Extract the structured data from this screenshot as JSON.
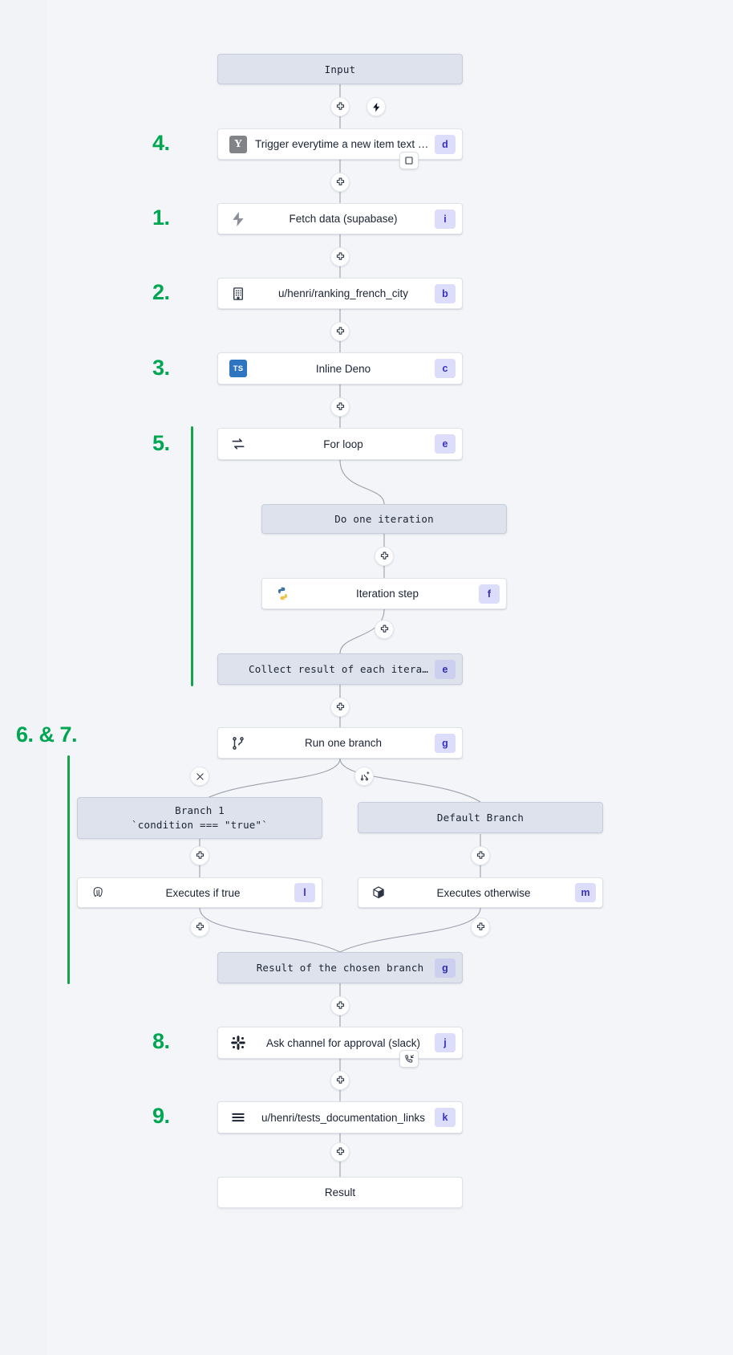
{
  "theme": {
    "background": "#f4f5f9",
    "green_accent": "#00a651",
    "badge_bg": "#dcdcfb",
    "badge_text": "#3730c4",
    "grey_node_bg": "#dde2ec",
    "white_node_bg": "#ffffff"
  },
  "flow": {
    "input_node": {
      "label": "Input"
    },
    "result_node": {
      "label": "Result"
    },
    "nodes": [
      {
        "id": "trigger",
        "label": "Trigger everytime a new item text o…",
        "badge": "d",
        "icon": "hackernews-icon",
        "step": "4."
      },
      {
        "id": "fetch",
        "label": "Fetch data (supabase)",
        "badge": "i",
        "icon": "supabase-icon",
        "step": "1."
      },
      {
        "id": "ranking",
        "label": "u/henri/ranking_french_city",
        "badge": "b",
        "icon": "building-icon",
        "step": "2."
      },
      {
        "id": "deno",
        "label": "Inline Deno",
        "badge": "c",
        "icon": "typescript-icon",
        "step": "3."
      },
      {
        "id": "forloop",
        "label": "For loop",
        "badge": "e",
        "icon": "loop-icon",
        "step": "5."
      },
      {
        "id": "iteration",
        "label": "Iteration step",
        "badge": "f",
        "icon": "python-icon",
        "step": ""
      },
      {
        "id": "branch",
        "label": "Run one branch",
        "badge": "g",
        "icon": "branch-icon",
        "step": "6. & 7."
      },
      {
        "id": "if_true",
        "label": "Executes if true",
        "badge": "l",
        "icon": "postgres-icon",
        "step": ""
      },
      {
        "id": "otherwise",
        "label": "Executes otherwise",
        "badge": "m",
        "icon": "docker-icon",
        "step": ""
      },
      {
        "id": "slack",
        "label": "Ask channel for approval (slack)",
        "badge": "j",
        "icon": "slack-icon",
        "step": "8."
      },
      {
        "id": "tests_doc",
        "label": "u/henri/tests_documentation_links",
        "badge": "k",
        "icon": "list-icon",
        "step": "9."
      }
    ],
    "group_nodes": [
      {
        "id": "do_iteration",
        "label": "Do one iteration",
        "badge": ""
      },
      {
        "id": "collect_result",
        "label": "Collect result of each iteration",
        "badge": "e"
      },
      {
        "id": "branch_1_line1",
        "label": "Branch 1"
      },
      {
        "id": "branch_1_line2",
        "label": "`condition === \"true\"`"
      },
      {
        "id": "default_branch",
        "label": "Default Branch",
        "badge": ""
      },
      {
        "id": "chosen_result",
        "label": "Result of the chosen branch",
        "badge": "g"
      }
    ],
    "handles": [
      {
        "id": "add-after-input",
        "icon": "plus-icon"
      },
      {
        "id": "trigger-bolt",
        "icon": "bolt-icon"
      },
      {
        "id": "add-after-trigger",
        "icon": "plus-icon"
      },
      {
        "id": "add-after-fetch",
        "icon": "plus-icon"
      },
      {
        "id": "add-after-ranking",
        "icon": "plus-icon"
      },
      {
        "id": "add-after-deno",
        "icon": "plus-icon"
      },
      {
        "id": "add-after-do-iteration",
        "icon": "plus-icon"
      },
      {
        "id": "add-after-iteration",
        "icon": "plus-icon"
      },
      {
        "id": "add-after-collect",
        "icon": "plus-icon"
      },
      {
        "id": "remove-branch",
        "icon": "close-icon"
      },
      {
        "id": "add-branch",
        "icon": "add-branch-icon"
      },
      {
        "id": "add-after-branch-1",
        "icon": "plus-icon"
      },
      {
        "id": "add-after-default",
        "icon": "plus-icon"
      },
      {
        "id": "add-after-if-true",
        "icon": "plus-icon"
      },
      {
        "id": "add-after-otherwise",
        "icon": "plus-icon"
      },
      {
        "id": "add-after-chosen",
        "icon": "plus-icon"
      },
      {
        "id": "add-after-slack",
        "icon": "plus-icon"
      },
      {
        "id": "add-after-tests",
        "icon": "plus-icon"
      }
    ],
    "chips": [
      {
        "id": "trigger-schedule-chip",
        "icon": "square-icon"
      },
      {
        "id": "slack-suspend-chip",
        "icon": "phone-callback-icon"
      }
    ]
  }
}
